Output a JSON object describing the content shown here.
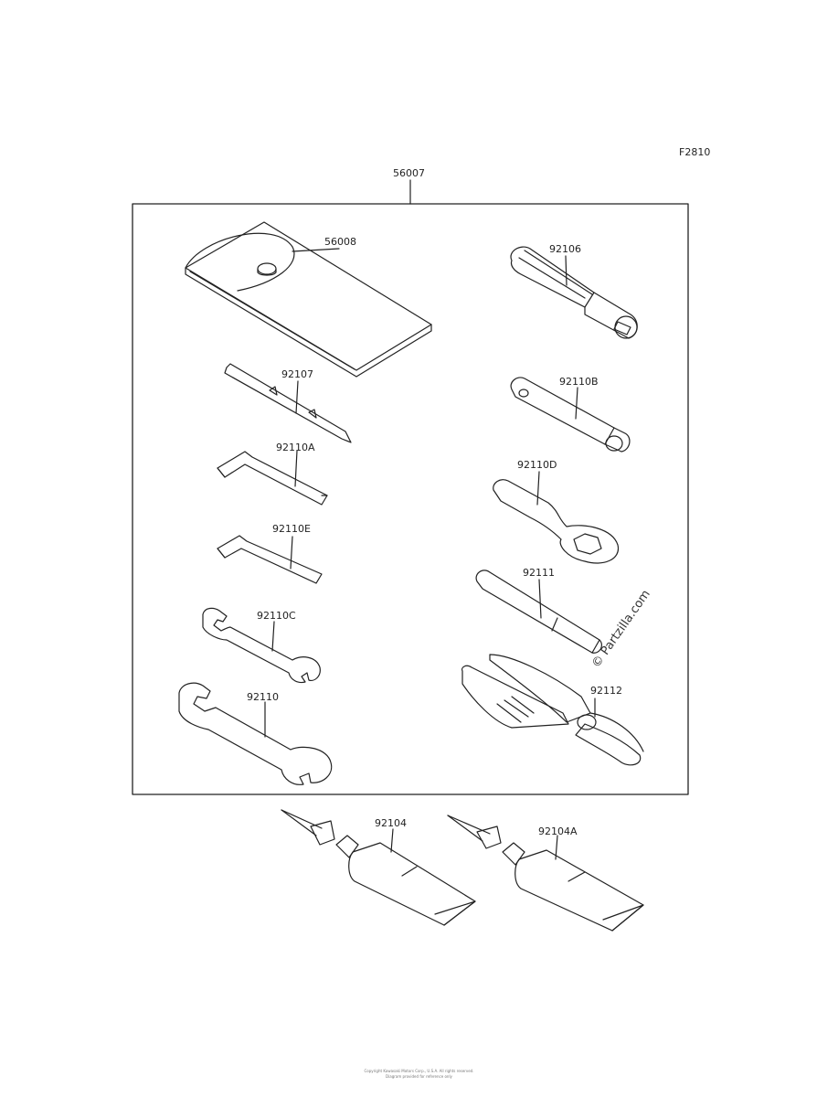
{
  "figure_code": "F2810",
  "assembly_part": "56007",
  "parts": {
    "p56008": "56008",
    "p92106": "92106",
    "p92107": "92107",
    "p92110B": "92110B",
    "p92110A": "92110A",
    "p92110D": "92110D",
    "p92110E": "92110E",
    "p92111": "92111",
    "p92110C": "92110C",
    "p92112": "92112",
    "p92110": "92110",
    "p92104": "92104",
    "p92104A": "92104A"
  },
  "watermark": "© Partzilla.com",
  "footer": {
    "line1": "Copyright Kawasaki Motors Corp., U.S.A. All rights reserved.",
    "line2": "Diagram provided for reference only"
  }
}
